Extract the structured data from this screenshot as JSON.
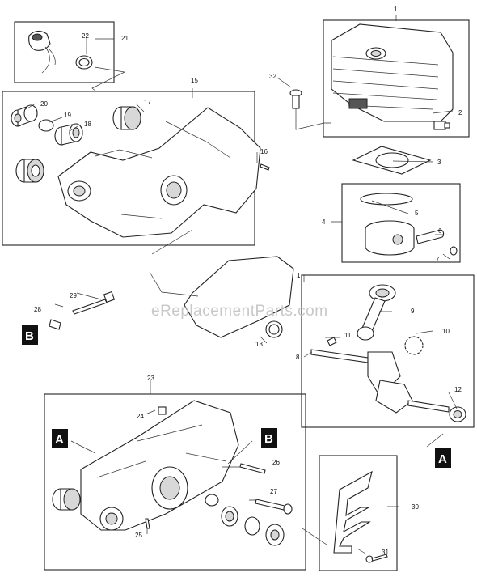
{
  "watermark": "eReplacementParts.com",
  "callouts": {
    "c1a": "1",
    "c1b": "1",
    "c2": "2",
    "c3": "3",
    "c4": "4",
    "c5": "5",
    "c6": "6",
    "c7": "7",
    "c8": "8",
    "c9": "9",
    "c10": "10",
    "c11": "11",
    "c12": "12",
    "c13": "13",
    "c15": "15",
    "c16": "16",
    "c17": "17",
    "c18": "18",
    "c19": "19",
    "c20": "20",
    "c21": "21",
    "c22": "22",
    "c23": "23",
    "c24": "24",
    "c25": "25",
    "c26": "26",
    "c27": "27",
    "c28": "28",
    "c29": "29",
    "c30": "30",
    "c31": "31",
    "c32": "32"
  },
  "tags": {
    "a": "A",
    "b": "B"
  }
}
